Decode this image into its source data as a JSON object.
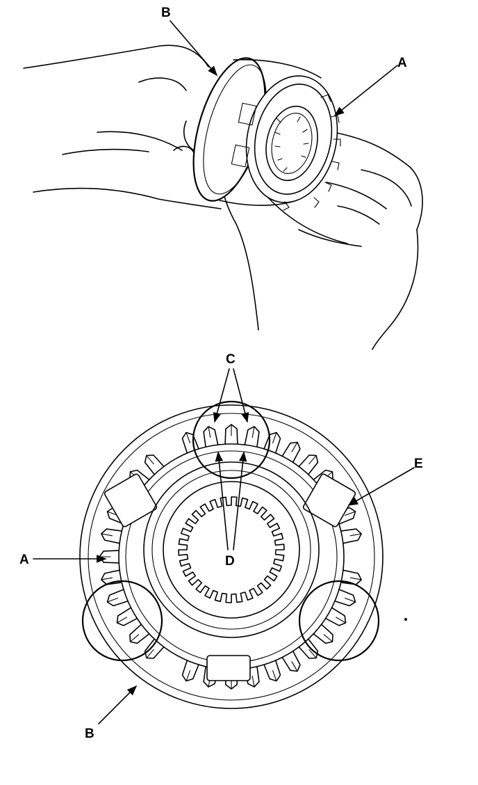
{
  "labels": {
    "top_b": "B",
    "top_a": "A",
    "c": "C",
    "e": "E",
    "a": "A",
    "d": "D",
    "bottom_b": "B"
  },
  "colors": {
    "ink": "#000000",
    "paper": "#ffffff"
  }
}
